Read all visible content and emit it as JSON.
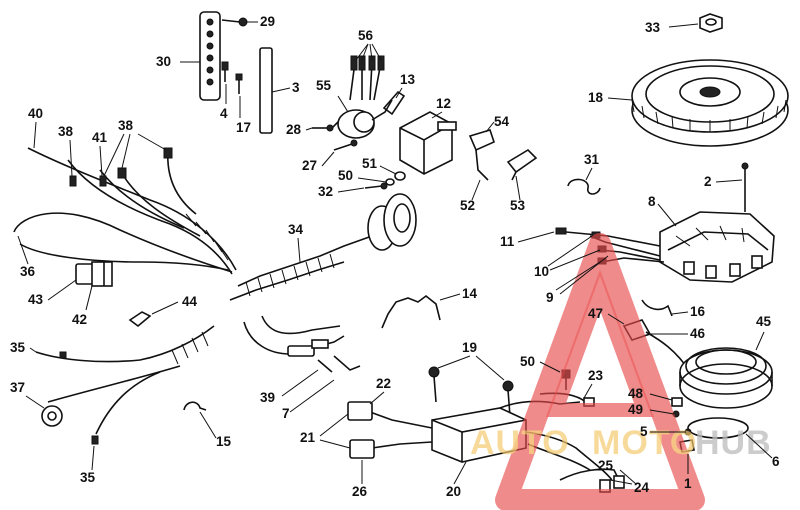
{
  "watermark": {
    "word1": "AUTO",
    "word2": "MOTO",
    "word3": "HUB"
  },
  "callouts": [
    {
      "id": "29",
      "label": "29"
    },
    {
      "id": "56",
      "label": "56"
    },
    {
      "id": "33",
      "label": "33"
    },
    {
      "id": "30",
      "label": "30"
    },
    {
      "id": "55",
      "label": "55"
    },
    {
      "id": "13",
      "label": "13"
    },
    {
      "id": "3",
      "label": "3"
    },
    {
      "id": "18",
      "label": "18"
    },
    {
      "id": "12",
      "label": "12"
    },
    {
      "id": "40",
      "label": "40"
    },
    {
      "id": "4",
      "label": "4"
    },
    {
      "id": "54",
      "label": "54"
    },
    {
      "id": "38a",
      "label": "38"
    },
    {
      "id": "38b",
      "label": "38"
    },
    {
      "id": "41",
      "label": "41"
    },
    {
      "id": "28",
      "label": "28"
    },
    {
      "id": "17",
      "label": "17"
    },
    {
      "id": "27",
      "label": "27"
    },
    {
      "id": "31",
      "label": "31"
    },
    {
      "id": "51",
      "label": "51"
    },
    {
      "id": "50a",
      "label": "50"
    },
    {
      "id": "2",
      "label": "2"
    },
    {
      "id": "32",
      "label": "32"
    },
    {
      "id": "52",
      "label": "52"
    },
    {
      "id": "53",
      "label": "53"
    },
    {
      "id": "8",
      "label": "8"
    },
    {
      "id": "34",
      "label": "34"
    },
    {
      "id": "11",
      "label": "11"
    },
    {
      "id": "36",
      "label": "36"
    },
    {
      "id": "10",
      "label": "10"
    },
    {
      "id": "43",
      "label": "43"
    },
    {
      "id": "9",
      "label": "9"
    },
    {
      "id": "14",
      "label": "14"
    },
    {
      "id": "42",
      "label": "42"
    },
    {
      "id": "44",
      "label": "44"
    },
    {
      "id": "16",
      "label": "16"
    },
    {
      "id": "47",
      "label": "47"
    },
    {
      "id": "46",
      "label": "46"
    },
    {
      "id": "45",
      "label": "45"
    },
    {
      "id": "19",
      "label": "19"
    },
    {
      "id": "35a",
      "label": "35"
    },
    {
      "id": "50b",
      "label": "50"
    },
    {
      "id": "23",
      "label": "23"
    },
    {
      "id": "39",
      "label": "39"
    },
    {
      "id": "37",
      "label": "37"
    },
    {
      "id": "22",
      "label": "22"
    },
    {
      "id": "48",
      "label": "48"
    },
    {
      "id": "7",
      "label": "7"
    },
    {
      "id": "49",
      "label": "49"
    },
    {
      "id": "21",
      "label": "21"
    },
    {
      "id": "5",
      "label": "5"
    },
    {
      "id": "15",
      "label": "15"
    },
    {
      "id": "6",
      "label": "6"
    },
    {
      "id": "25",
      "label": "25"
    },
    {
      "id": "35b",
      "label": "35"
    },
    {
      "id": "1",
      "label": "1"
    },
    {
      "id": "26",
      "label": "26"
    },
    {
      "id": "20",
      "label": "20"
    },
    {
      "id": "24",
      "label": "24"
    }
  ]
}
